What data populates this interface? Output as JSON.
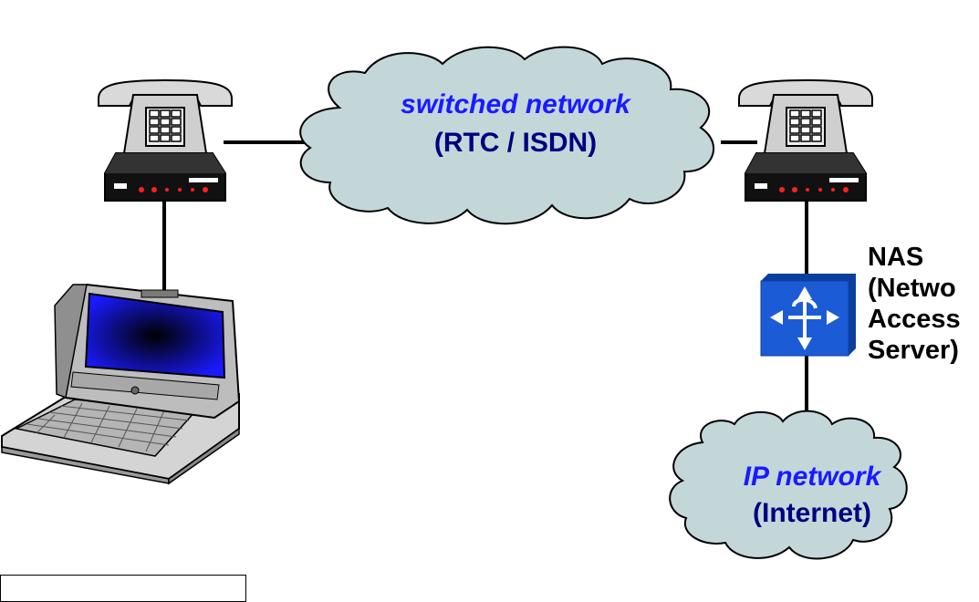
{
  "colors": {
    "cloud_fill": "#c3d7d9",
    "label_blue": "#1a1aff",
    "label_navy": "#000080",
    "router_blue": "#1c5bd6"
  },
  "switched_network": {
    "title": "switched network",
    "subtitle": "(RTC / ISDN)"
  },
  "ip_network": {
    "title": "IP network",
    "subtitle": "(Internet)"
  },
  "nas": {
    "lines": [
      "NAS",
      "(Netwo",
      "Access",
      "Server)"
    ]
  },
  "icons": {
    "left_phone": "telephone-icon",
    "right_phone": "telephone-icon",
    "left_modem": "modem-icon",
    "right_modem": "modem-icon",
    "laptop": "laptop-icon",
    "router": "router-icon"
  }
}
